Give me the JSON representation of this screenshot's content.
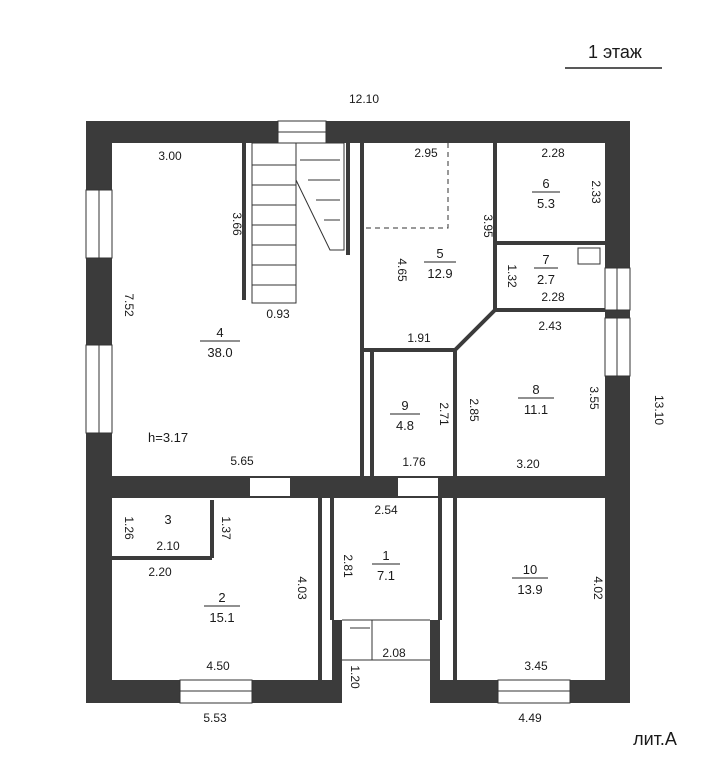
{
  "floor_title": "1 этаж",
  "letter": "лит.А",
  "ceiling_height": "h=3.17",
  "outer_dims": {
    "top": "12.10",
    "right": "13.10",
    "left": "7.52",
    "bottom_left": "5.53",
    "bottom_right": "4.49"
  },
  "rooms": [
    {
      "num": "1",
      "area": "7.1"
    },
    {
      "num": "2",
      "area": "15.1"
    },
    {
      "num": "3",
      "area": ""
    },
    {
      "num": "4",
      "area": "38.0"
    },
    {
      "num": "5",
      "area": "12.9"
    },
    {
      "num": "6",
      "area": "5.3"
    },
    {
      "num": "7",
      "area": "2.7"
    },
    {
      "num": "8",
      "area": "11.1"
    },
    {
      "num": "9",
      "area": "4.8"
    },
    {
      "num": "10",
      "area": "13.9"
    }
  ],
  "dims": {
    "r4_top": "3.00",
    "r4_stair_h": "3.66",
    "r4_stair_w": "0.93",
    "r4_bottom": "5.65",
    "r5_top": "2.95",
    "r5_side": "3.95",
    "r5_h": "4.65",
    "r5_bottom": "1.91",
    "r6_top": "2.28",
    "r6_side": "2.33",
    "r7_side": "1.32",
    "r7_bottom": "2.28",
    "r8_top": "2.43",
    "r8_side": "3.55",
    "r8_left": "2.85",
    "r8_bottom": "3.20",
    "r9_side": "2.71",
    "r9_bottom": "1.76",
    "r3_left": "1.26",
    "r3_right": "1.37",
    "r3_bottom": "2.10",
    "r2_top": "2.20",
    "r2_side": "4.03",
    "r2_bottom": "4.50",
    "r1_top": "2.54",
    "r1_side": "2.81",
    "r1_porch_w": "2.08",
    "r1_porch_h": "1.20",
    "r10_side": "4.02",
    "r10_bottom": "3.45"
  }
}
